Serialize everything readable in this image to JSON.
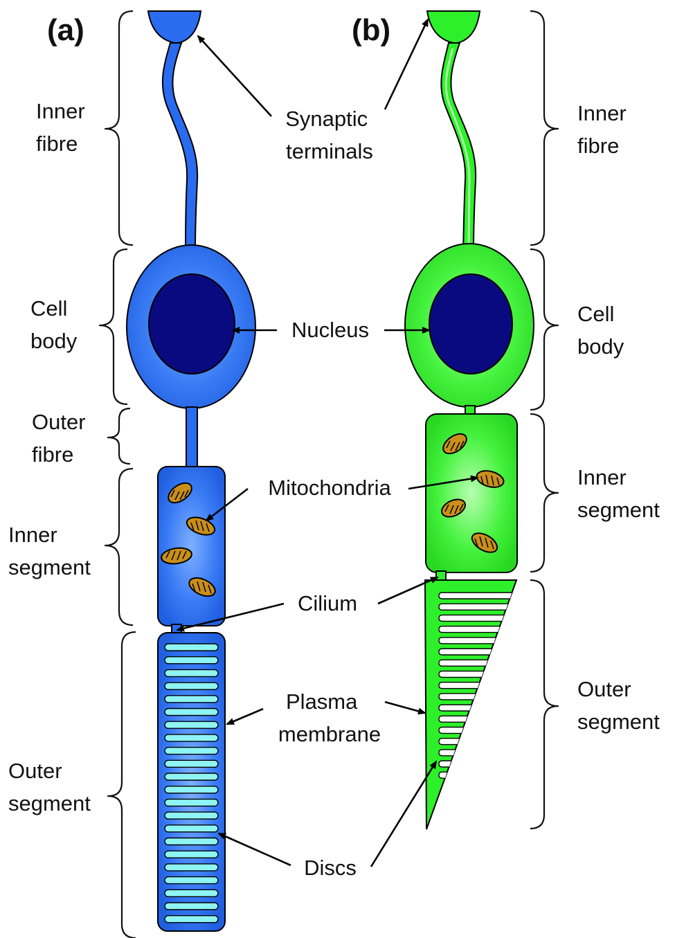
{
  "panels": {
    "a": "(a)",
    "b": "(b)"
  },
  "left_regions": [
    {
      "key": "inner_fibre",
      "lines": [
        "Inner",
        "fibre"
      ]
    },
    {
      "key": "cell_body",
      "lines": [
        "Cell",
        "body"
      ]
    },
    {
      "key": "outer_fibre",
      "lines": [
        "Outer",
        "fibre"
      ]
    },
    {
      "key": "inner_segment",
      "lines": [
        "Inner",
        "segment"
      ]
    },
    {
      "key": "outer_segment",
      "lines": [
        "Outer",
        "segment"
      ]
    }
  ],
  "right_regions": [
    {
      "key": "inner_fibre",
      "lines": [
        "Inner",
        "fibre"
      ]
    },
    {
      "key": "cell_body",
      "lines": [
        "Cell",
        "body"
      ]
    },
    {
      "key": "inner_segment",
      "lines": [
        "Inner",
        "segment"
      ]
    },
    {
      "key": "outer_segment",
      "lines": [
        "Outer",
        "segment"
      ]
    }
  ],
  "center_labels": {
    "synaptic_terminals": [
      "Synaptic",
      "terminals"
    ],
    "nucleus": "Nucleus",
    "mitochondria": "Mitochondria",
    "cilium": "Cilium",
    "plasma_membrane": [
      "Plasma",
      "membrane"
    ],
    "discs": "Discs"
  },
  "colors": {
    "rod_cell": "#2a6cf0",
    "cone_cell": "#2ef02a",
    "nucleus": "#0a0a80",
    "disc": "#8ef4f4",
    "mitochondria": "#c98f1a"
  }
}
